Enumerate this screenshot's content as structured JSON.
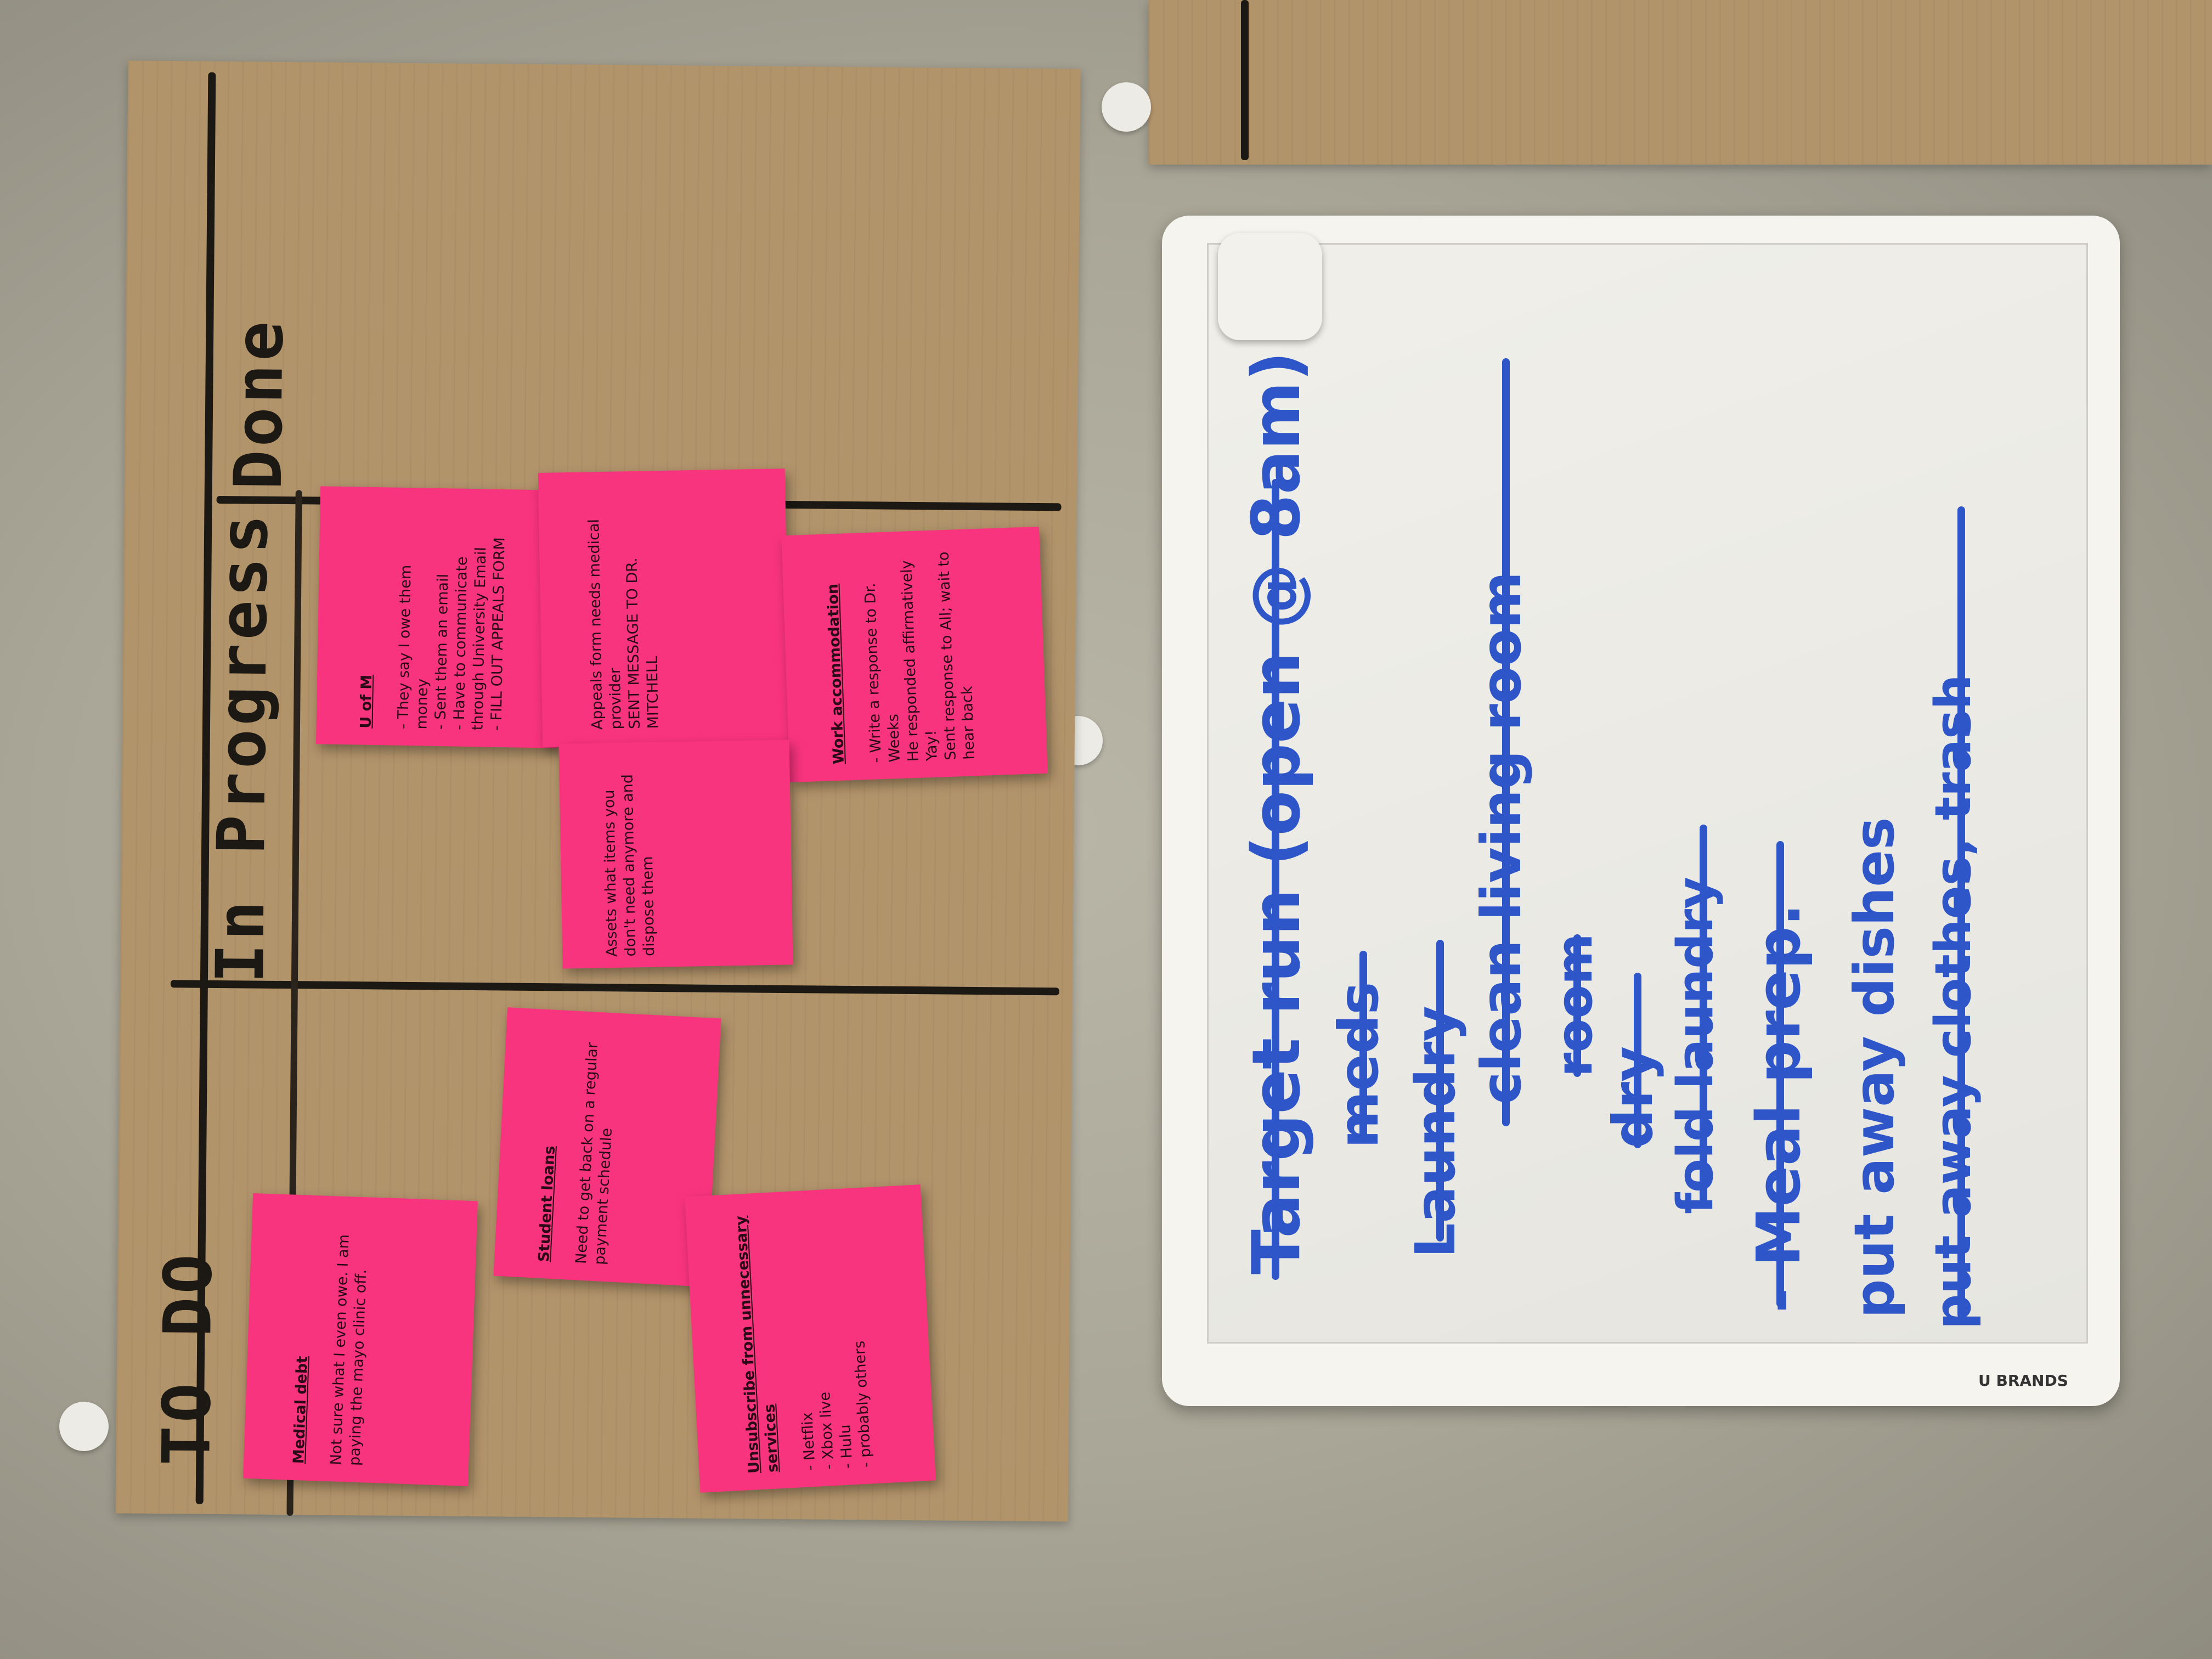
{
  "kanban": {
    "col_todo": "TO DO",
    "col_progress": "In Progress",
    "col_done": "Done"
  },
  "notes": {
    "uofm": {
      "title": "U of M",
      "body": "- They say I owe them money\n- Sent them an email\n- Have to communicate through University Email\n- FILL OUT APPEALS FORM"
    },
    "appeals": {
      "body": "Appeals form needs medical provider\nSENT MESSAGE TO DR. MITCHELL"
    },
    "work": {
      "title": "Work accommodation",
      "body": "- Write a response to Dr. Weeks\nHe responded affirmatively Yay!\nSent response to All; wait to hear back"
    },
    "assets": {
      "body": "Assets what items you don't need anymore and dispose them"
    },
    "student": {
      "title": "Student loans",
      "body": "Need to get back on a regular payment schedule"
    },
    "medical": {
      "title": "Medical debt",
      "body": "Not sure what I even owe. I am paying the mayo clinic off."
    },
    "unsub": {
      "title": "Unsubscribe from unnecessary services",
      "body": "- Netflix\n- Xbox live\n- Hulu\n- probably others"
    }
  },
  "whiteboard": {
    "items": [
      "Target run (open @ 8am)",
      "meds",
      "Laundry",
      "clean living room",
      "room",
      "dry",
      "fold laundry",
      "- Meal prep.",
      "put away dishes",
      "put away clothes, trash"
    ],
    "brand": "U BRANDS"
  },
  "colors": {
    "cardboard": "#b2946b",
    "sticky": "#f9347e",
    "marker": "#2f56c9"
  }
}
